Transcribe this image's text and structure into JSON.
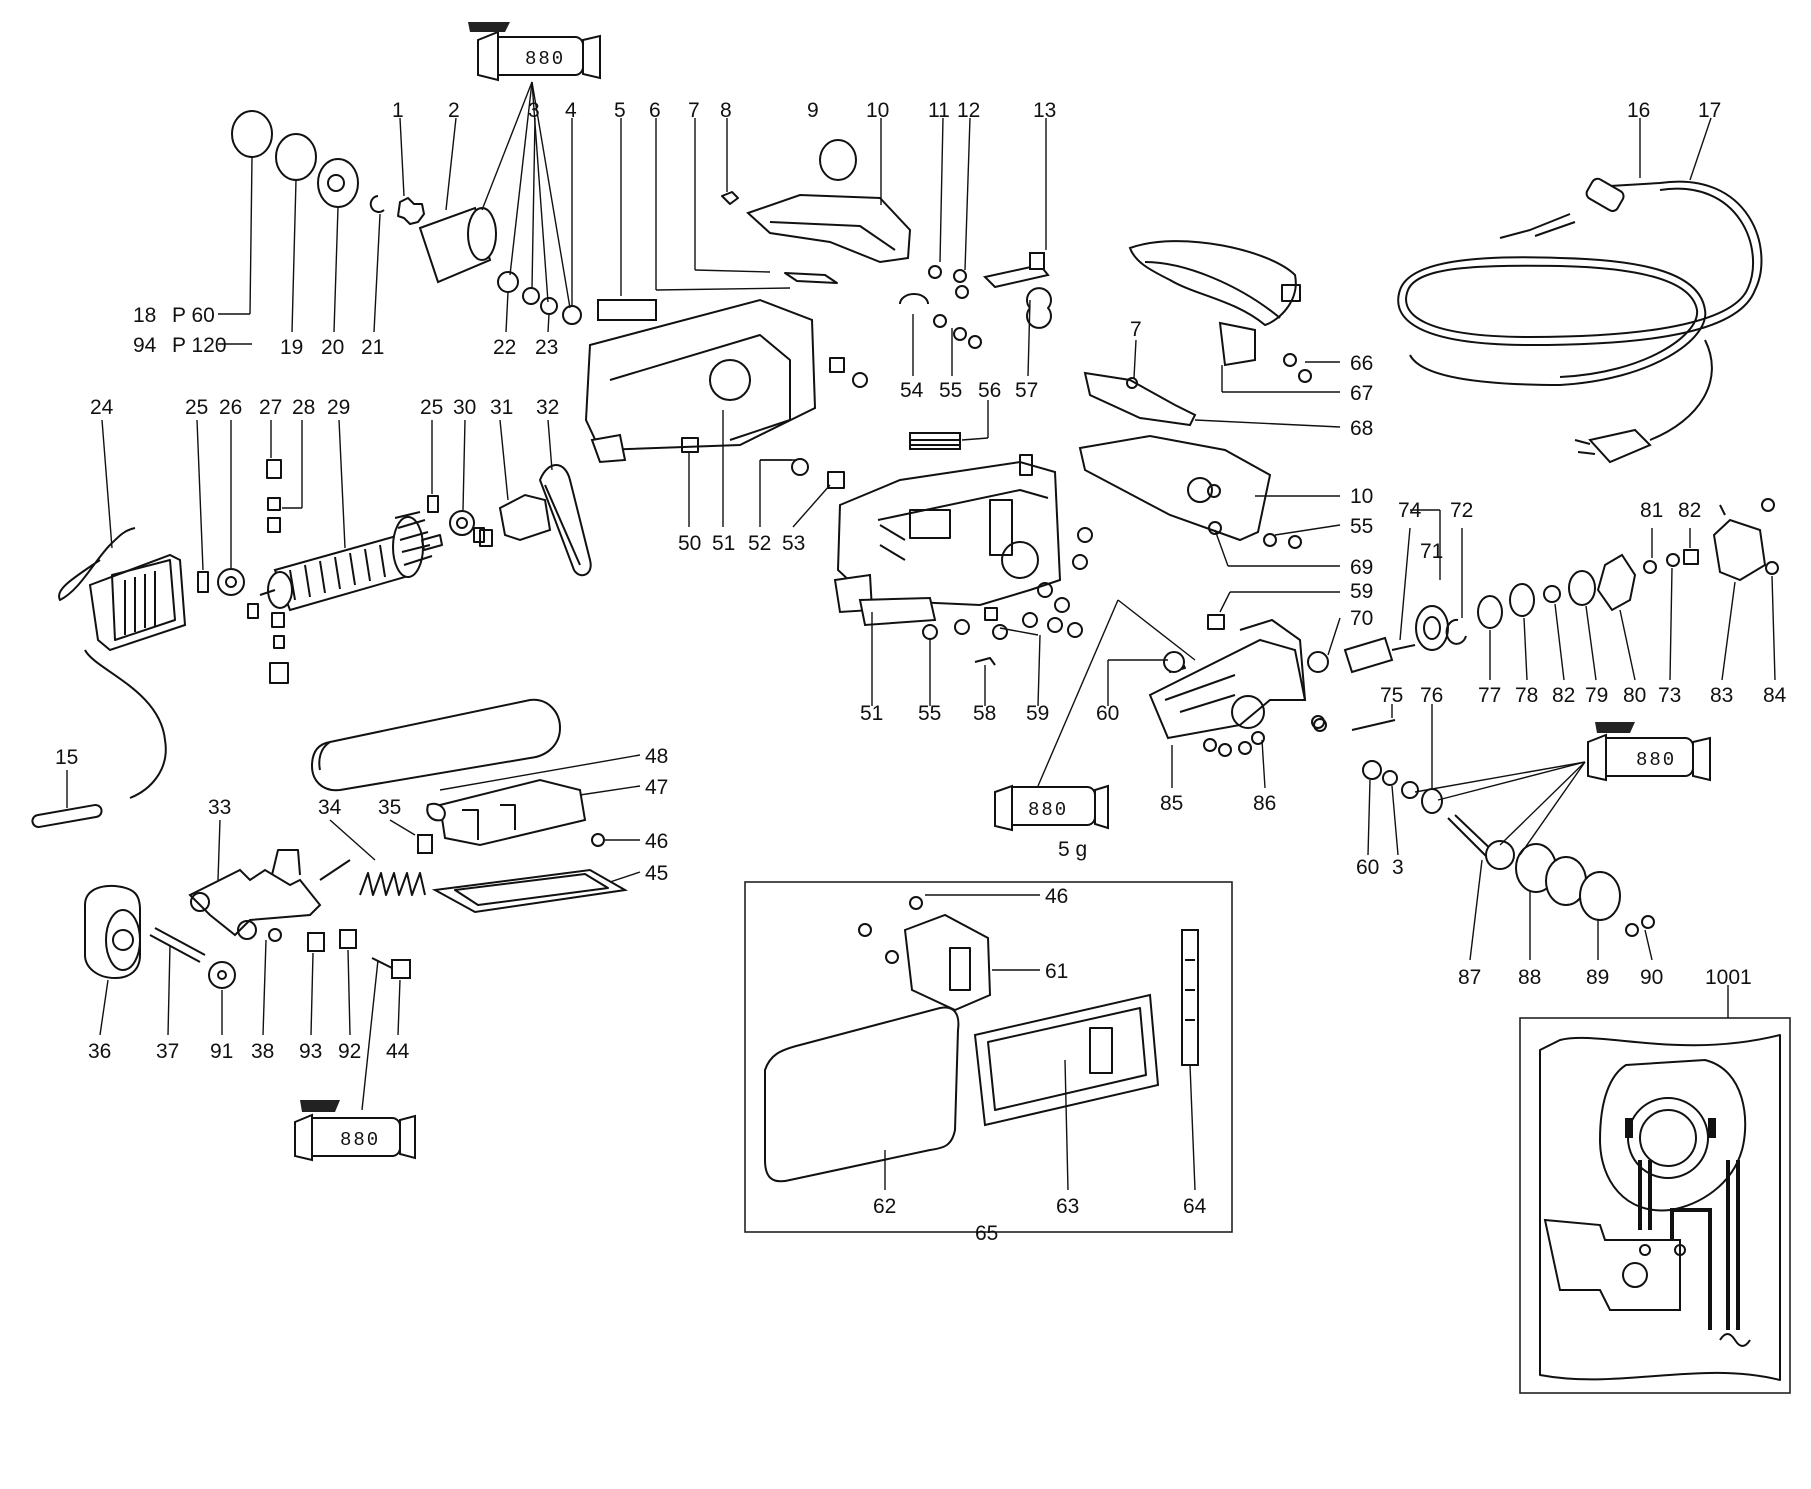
{
  "labels": {
    "p1": "1",
    "p2": "2",
    "p3": "3",
    "p4": "4",
    "p5": "5",
    "p6": "6",
    "p7": "7",
    "p8": "8",
    "p9": "9",
    "p10": "10",
    "p11": "11",
    "p12": "12",
    "p13": "13",
    "p16": "16",
    "p17": "17",
    "p18": "18",
    "p18v": "P 60",
    "p94": "94",
    "p94v": "P 120",
    "p19": "19",
    "p20": "20",
    "p21": "21",
    "p22": "22",
    "p23": "23",
    "p24": "24",
    "p25a": "25",
    "p26": "26",
    "p27": "27",
    "p28": "28",
    "p29": "29",
    "p25b": "25",
    "p30": "30",
    "p31": "31",
    "p32": "32",
    "p50": "50",
    "p51a": "51",
    "p52": "52",
    "p53": "53",
    "p54": "54",
    "p55a": "55",
    "p56": "56",
    "p57": "57",
    "p7b": "7",
    "p66": "66",
    "p67": "67",
    "p68": "68",
    "p10b": "10",
    "p55b": "55",
    "p69": "69",
    "p74": "74",
    "p72": "72",
    "p71": "71",
    "p81": "81",
    "p82a": "82",
    "p59a": "59",
    "p70": "70",
    "p51b": "51",
    "p55c": "55",
    "p58": "58",
    "p59b": "59",
    "p60a": "60",
    "p75": "75",
    "p76": "76",
    "p77": "77",
    "p78": "78",
    "p82b": "82",
    "p79": "79",
    "p80": "80",
    "p73": "73",
    "p83": "83",
    "p84": "84",
    "p15": "15",
    "p48": "48",
    "p47": "47",
    "p46a": "46",
    "p45": "45",
    "p33": "33",
    "p34": "34",
    "p35": "35",
    "p36": "36",
    "p37": "37",
    "p91": "91",
    "p38": "38",
    "p93": "93",
    "p92": "92",
    "p44": "44",
    "p85": "85",
    "p86": "86",
    "p60b": "60",
    "p3b": "3",
    "p87": "87",
    "p88": "88",
    "p89": "89",
    "p90": "90",
    "p46b": "46",
    "p61": "61",
    "p62": "62",
    "p63": "63",
    "p64": "64",
    "p65": "65",
    "p1001": "1001",
    "tube_code": "880",
    "tube_qty": "5 g"
  },
  "colors": {
    "ink": "#111111",
    "paper": "#ffffff"
  },
  "icons": [
    "grease-tube-icon",
    "plug-icon",
    "wiring-diagram-icon"
  ]
}
